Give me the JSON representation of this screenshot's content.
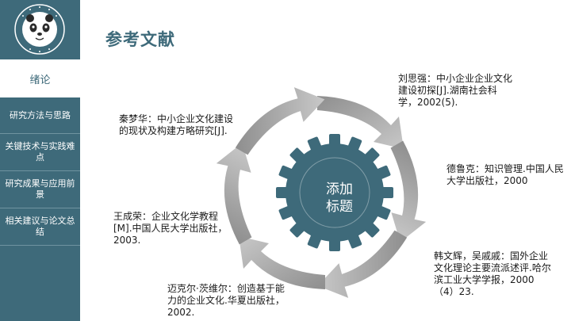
{
  "sidebar": {
    "active_item": "绪论",
    "items": [
      "研究方法与思路",
      "关键技术与实践难点",
      "研究成果与应用前景",
      "相关建议与论文总结"
    ]
  },
  "page_title": "参考文献",
  "gear_label": "添加\n标题",
  "references": [
    "刘思强：中小企业企业文化建设初探[J].湖南社会科学，2002(5).",
    "德鲁克：知识管理.中国人民大学出版社，2000",
    "韩文辉，吴戚戚：国外企业文化理论主要流派述评.哈尔滨工业大学学报，2000（4）23.",
    "迈克尔·茨维尔：创造基于能力的企业文化.华夏出版社，2002.",
    "王成荣：企业文化学教程[M].中国人民大学出版社，2003.",
    "秦梦华：中小企业文化建设的现状及构建方略研究[J]."
  ],
  "colors": {
    "primary": "#3e6a7a",
    "arrow_gray": "#a9a9a9"
  }
}
